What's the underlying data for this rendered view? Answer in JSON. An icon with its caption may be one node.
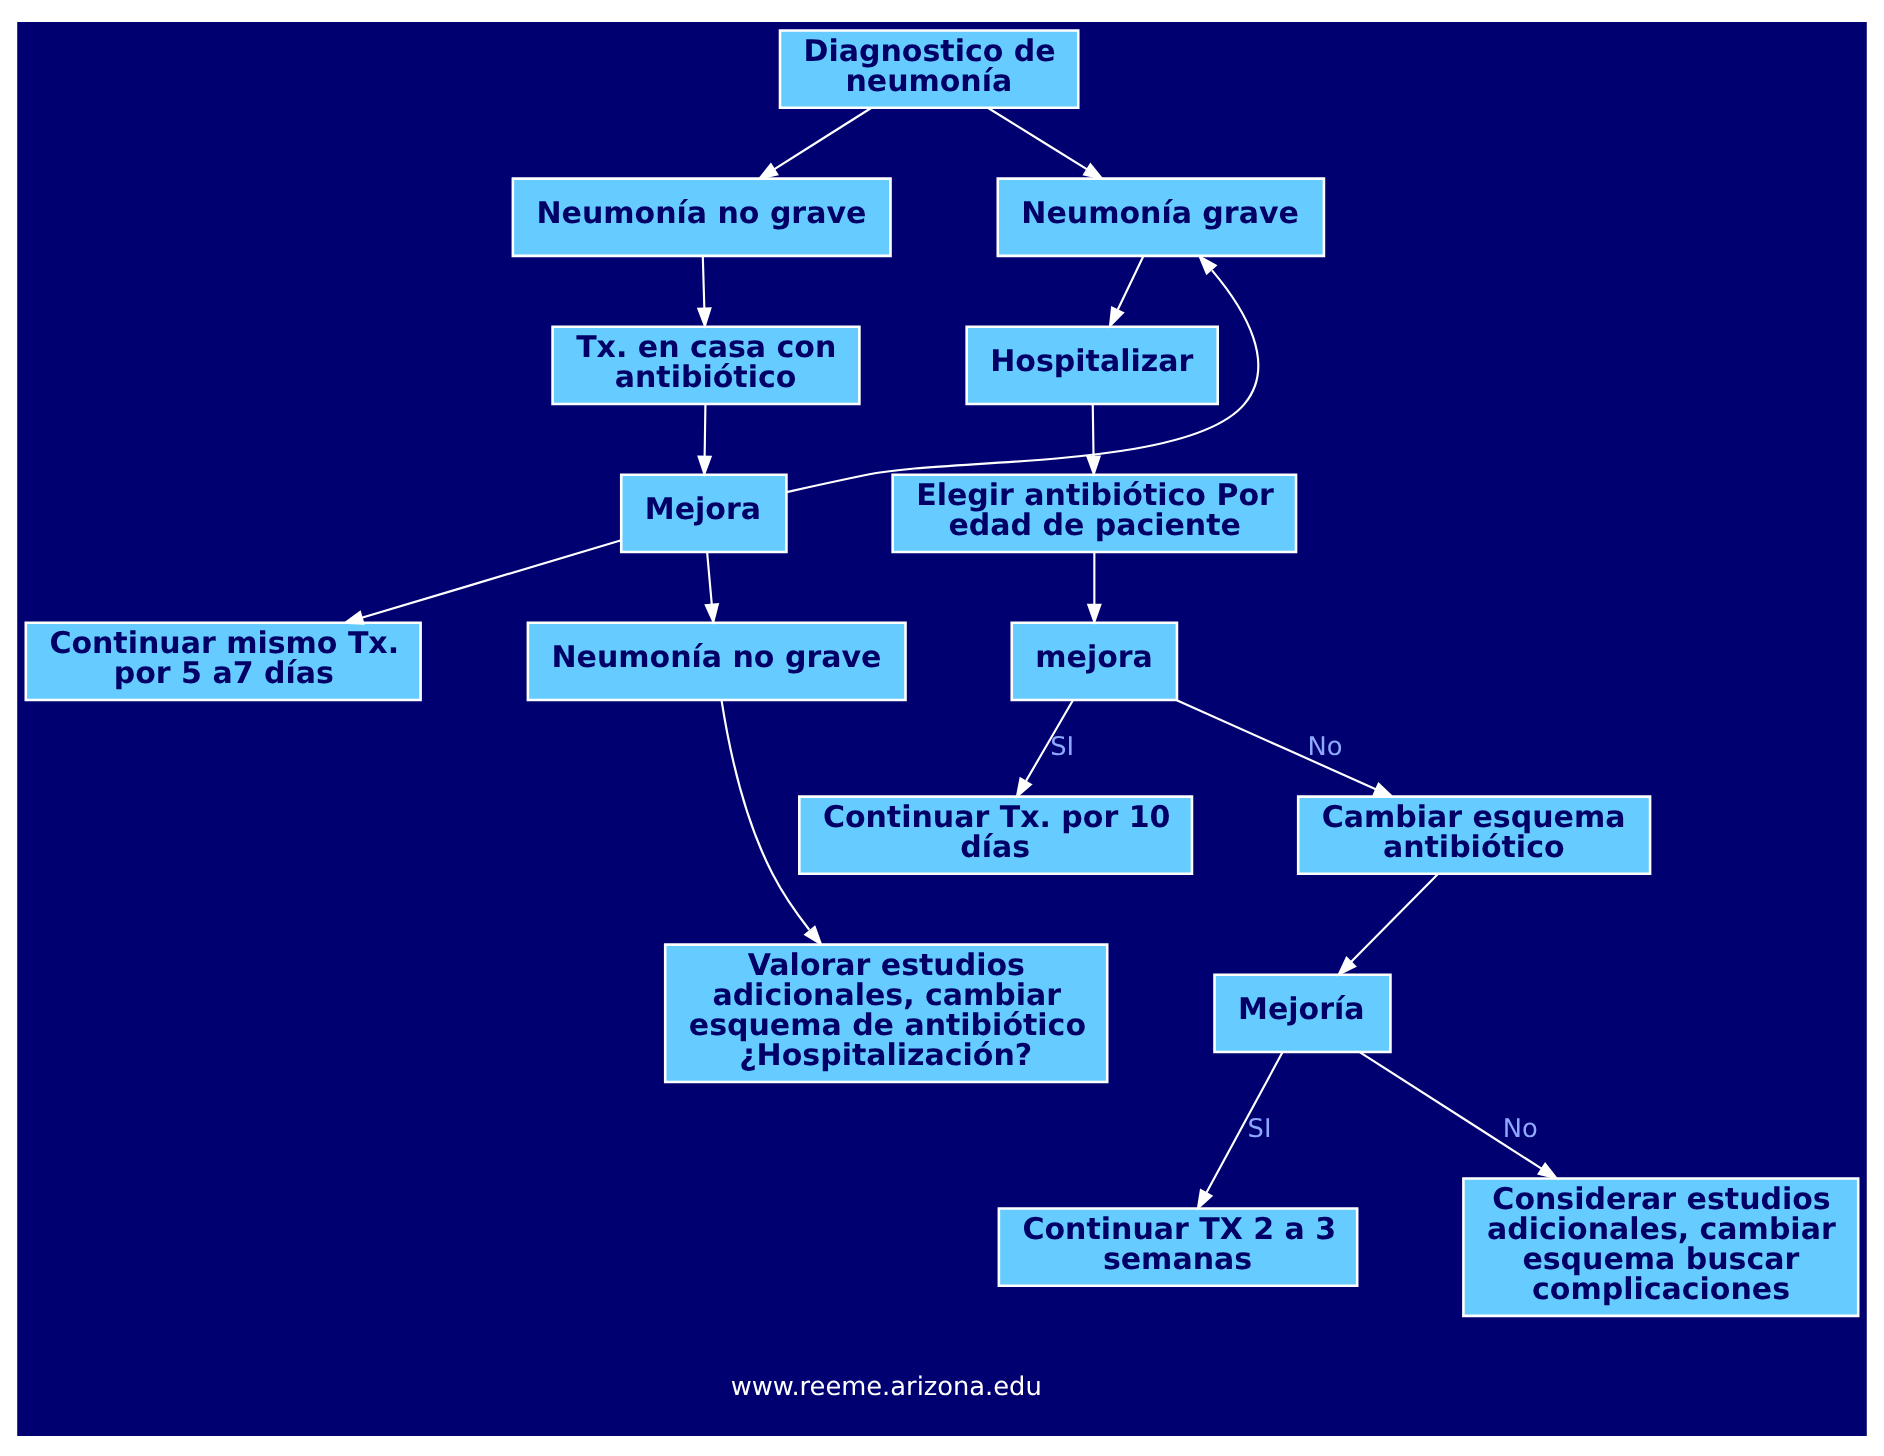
{
  "diagram": {
    "nodes": [
      {
        "text": [
          "Diagnostico de neumonía"
        ]
      },
      {
        "text": [
          "Neumonía no grave"
        ]
      },
      {
        "text": [
          "Neumonía grave"
        ]
      },
      {
        "text": [
          "Tx. en casa con antibiótico"
        ]
      },
      {
        "text": [
          "Hospitalizar"
        ]
      },
      {
        "text": [
          "Mejora"
        ]
      },
      {
        "text": [
          "Elegir antibiótico Por edad de paciente"
        ]
      },
      {
        "text": [
          "Continuar mismo Tx. por 5 a7 días"
        ]
      },
      {
        "text": [
          "Neumonía no grave"
        ]
      },
      {
        "text": [
          "mejora"
        ]
      },
      {
        "text": [
          "Continuar Tx. por 10 días"
        ]
      },
      {
        "text": [
          "Cambiar esquema antibiótico"
        ]
      },
      {
        "text": [
          "Valorar estudios adicionales, cambiar esquema de antibiótico ¿Hospitalización?"
        ]
      },
      {
        "text": [
          "Mejoría"
        ]
      },
      {
        "text": [
          "Continuar TX 2 a 3 semanas"
        ]
      },
      {
        "text": [
          "Considerar estudios adicionales, cambiar esquema buscar complicaciones"
        ]
      }
    ],
    "edges": [
      {
        "from": 0,
        "to": 1,
        "arrow": "to"
      },
      {
        "from": 0,
        "to": 2,
        "arrow": "to"
      },
      {
        "from": 1,
        "to": 3,
        "arrow": "to"
      },
      {
        "from": 3,
        "to": 5,
        "arrow": "to"
      },
      {
        "from": 5,
        "to": 7,
        "arrow": "to"
      },
      {
        "from": 5,
        "to": 8,
        "arrow": "to"
      },
      {
        "from": 5,
        "to": 2,
        "arrow": "to"
      },
      {
        "from": 2,
        "to": 4,
        "arrow": "to"
      },
      {
        "from": 4,
        "to": 6,
        "arrow": "to"
      },
      {
        "from": 6,
        "to": 9,
        "arrow": "to"
      },
      {
        "from": 8,
        "to": 12,
        "arrow": "to"
      },
      {
        "from": 9,
        "to": 10,
        "label": "SI",
        "arrow": "to"
      },
      {
        "from": 9,
        "to": 11,
        "label": "No",
        "arrow": "to"
      },
      {
        "from": 11,
        "to": 13,
        "arrow": "to"
      },
      {
        "from": 13,
        "to": 14,
        "label": "SI",
        "arrow": "to"
      },
      {
        "from": 13,
        "to": 15,
        "label": "No",
        "arrow": "to"
      }
    ],
    "labels": [
      "www.reeme.arizona.edu"
    ]
  }
}
